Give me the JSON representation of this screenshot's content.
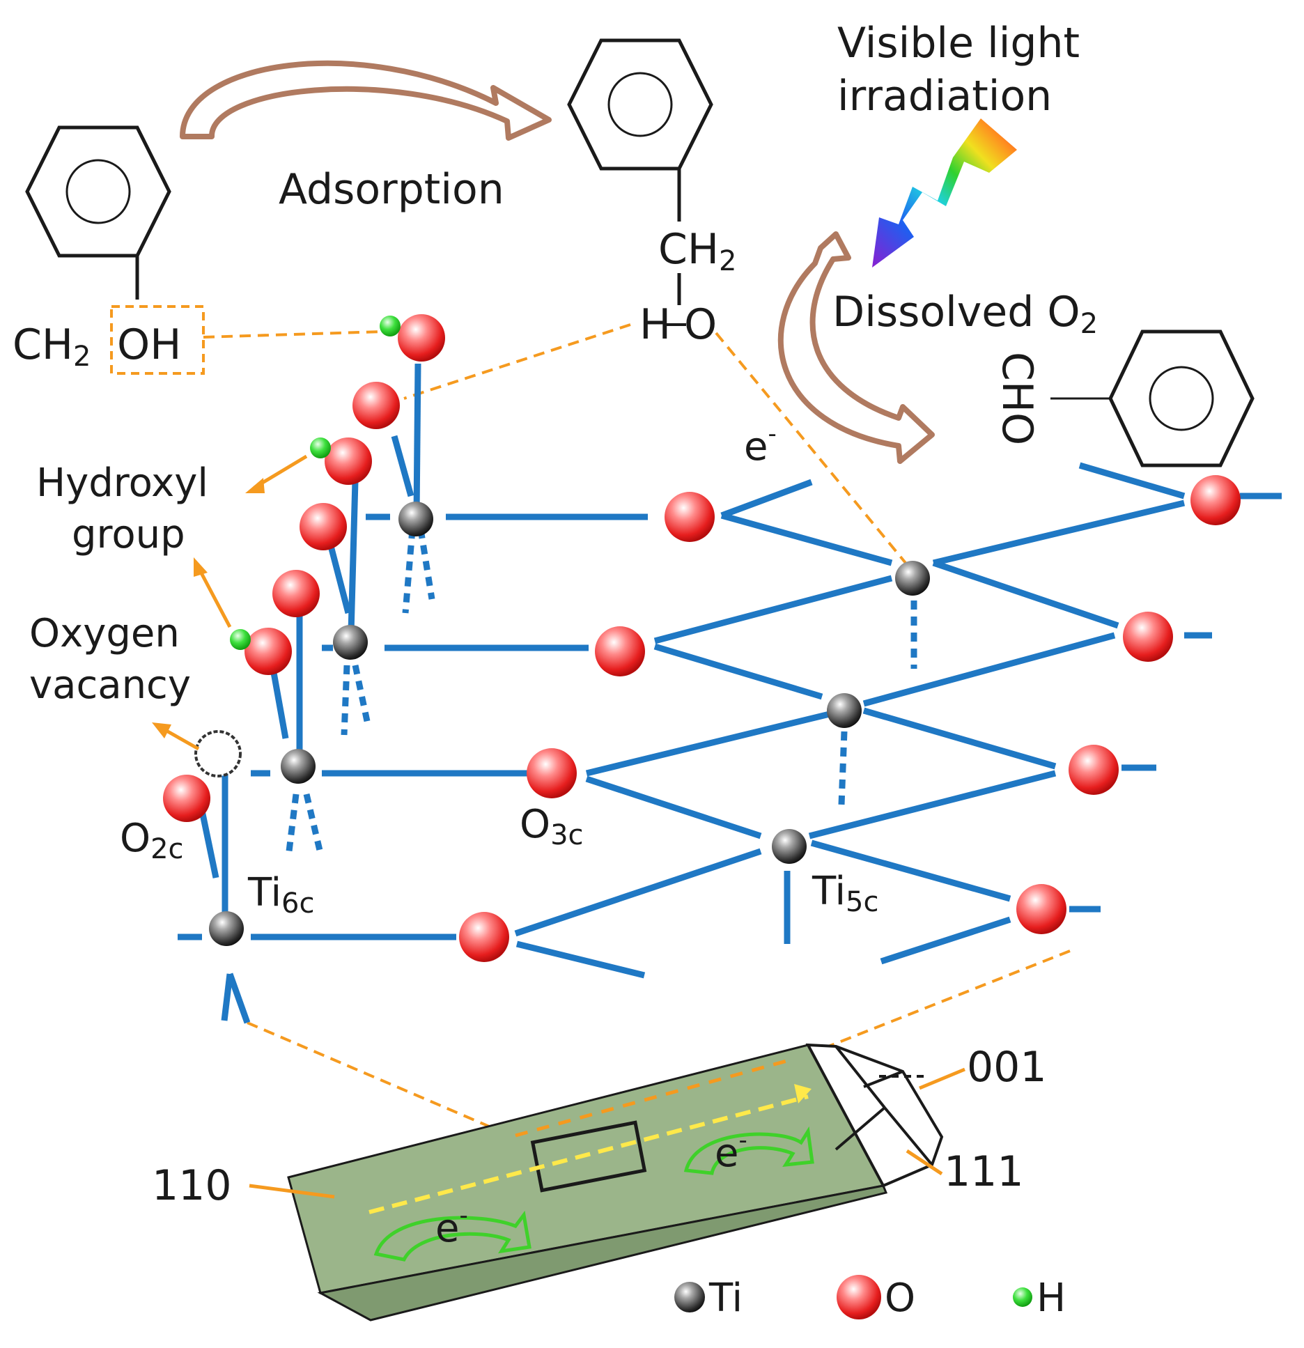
{
  "labels": {
    "adsorption": "Adsorption",
    "visible_light_1": "Visible light",
    "visible_light_2": "irradiation",
    "dissolved": "Dissolved O",
    "dissolved_sub": "2",
    "reactant_left": "CH",
    "reactant_left_sub": "2",
    "reactant_oh": "OH",
    "adsorbed_ch": "CH",
    "adsorbed_ch_sub": "2",
    "adsorbed_h": "H",
    "adsorbed_o": "O",
    "product": "CHO",
    "electron_top": "e",
    "electron_sup": "-",
    "hydroxyl_1": "Hydroxyl",
    "hydroxyl_2": "group",
    "vacancy_1": "Oxygen",
    "vacancy_2": "vacancy",
    "o2c": "O",
    "o2c_sub": "2c",
    "o3c": "O",
    "o3c_sub": "3c",
    "ti6c": "Ti",
    "ti6c_sub": "6c",
    "ti5c": "Ti",
    "ti5c_sub": "5c",
    "facet_001": "001",
    "facet_111": "111",
    "facet_110": "110",
    "electron_crystal": "e",
    "legend_ti": "Ti",
    "legend_o": "O",
    "legend_h": "H"
  },
  "colors": {
    "bond": "#1f78c4",
    "leader": "#f59a1f",
    "arrow": "#b07a60",
    "crystal": "#9bb58a",
    "crystal_dark": "#7f9a70",
    "electron_arrow": "#3fd12a",
    "electron_path": "#ffe94a",
    "oxygen": "#ee2a2a",
    "titanium": "#3a3a3a",
    "hydrogen": "#2fd12f"
  }
}
